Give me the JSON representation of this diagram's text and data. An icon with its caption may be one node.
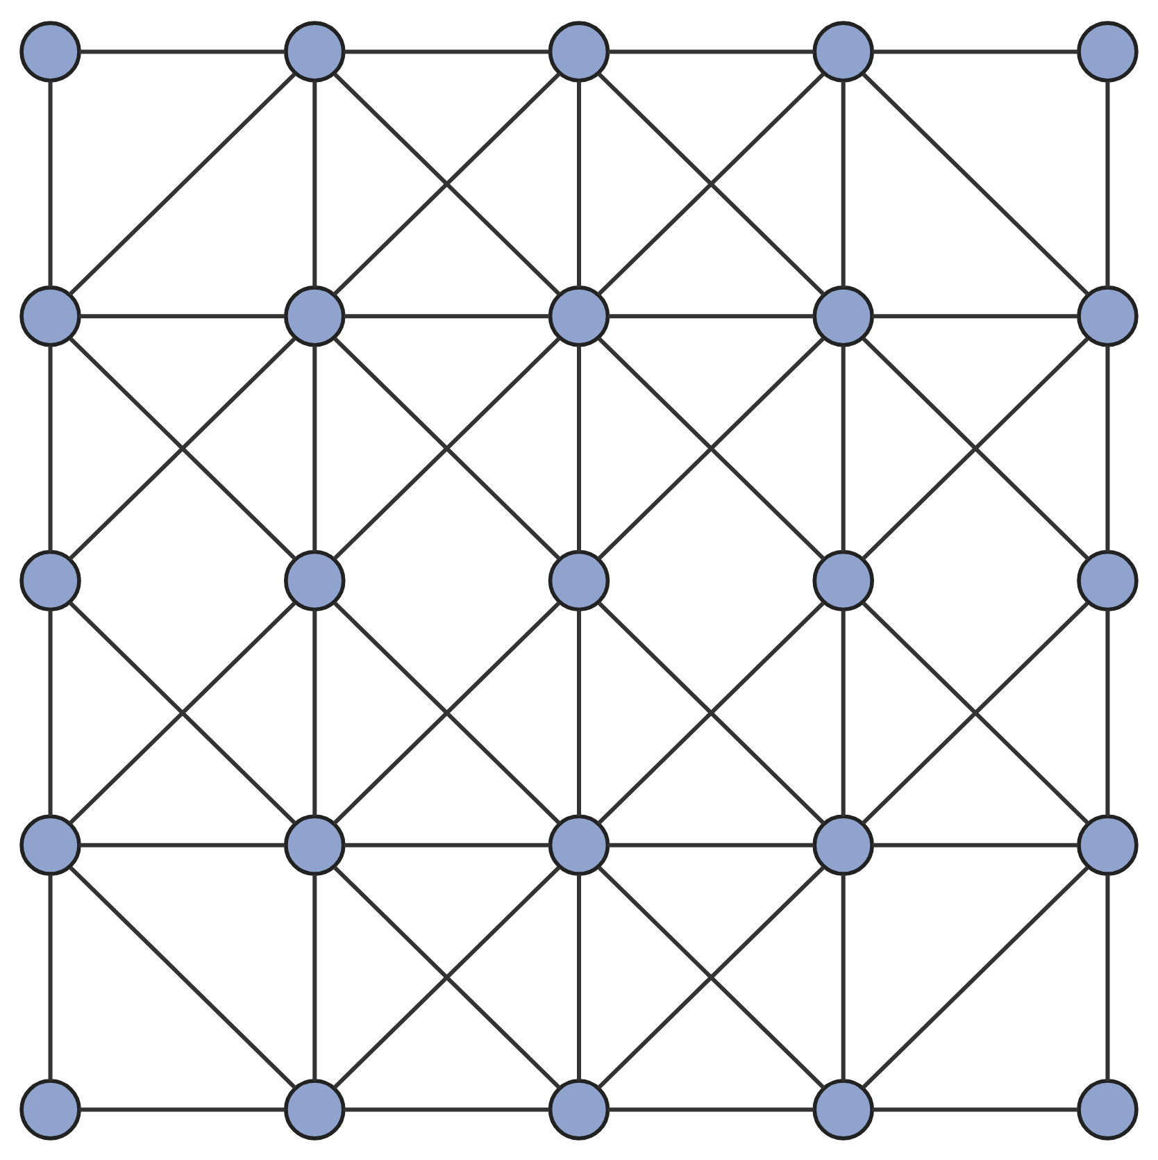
{
  "diagram": {
    "nodes": [
      {
        "text": [],
        "shape": "circle"
      },
      {
        "text": [],
        "shape": "circle"
      },
      {
        "text": [],
        "shape": "circle"
      },
      {
        "text": [],
        "shape": "circle"
      },
      {
        "text": [],
        "shape": "circle"
      },
      {
        "text": [],
        "shape": "circle"
      },
      {
        "text": [],
        "shape": "circle"
      },
      {
        "text": [],
        "shape": "circle"
      },
      {
        "text": [],
        "shape": "circle"
      },
      {
        "text": [],
        "shape": "circle"
      },
      {
        "text": [],
        "shape": "circle"
      },
      {
        "text": [],
        "shape": "circle"
      },
      {
        "text": [],
        "shape": "circle"
      },
      {
        "text": [],
        "shape": "circle"
      },
      {
        "text": [],
        "shape": "circle"
      },
      {
        "text": [],
        "shape": "circle"
      },
      {
        "text": [],
        "shape": "circle"
      },
      {
        "text": [],
        "shape": "circle"
      },
      {
        "text": [],
        "shape": "circle"
      },
      {
        "text": [],
        "shape": "circle"
      },
      {
        "text": [],
        "shape": "circle"
      },
      {
        "text": [],
        "shape": "circle"
      },
      {
        "text": [],
        "shape": "circle"
      },
      {
        "text": [],
        "shape": "circle"
      },
      {
        "text": [],
        "shape": "circle"
      }
    ],
    "edges": [
      {
        "from": 0,
        "to": 1,
        "arrow": "none"
      },
      {
        "from": 1,
        "to": 2,
        "arrow": "none"
      },
      {
        "from": 2,
        "to": 3,
        "arrow": "none"
      },
      {
        "from": 3,
        "to": 4,
        "arrow": "none"
      },
      {
        "from": 0,
        "to": 5,
        "arrow": "none"
      },
      {
        "from": 1,
        "to": 6,
        "arrow": "none"
      },
      {
        "from": 2,
        "to": 7,
        "arrow": "none"
      },
      {
        "from": 3,
        "to": 8,
        "arrow": "none"
      },
      {
        "from": 4,
        "to": 9,
        "arrow": "none"
      },
      {
        "from": 1,
        "to": 5,
        "arrow": "none"
      },
      {
        "from": 1,
        "to": 7,
        "arrow": "none"
      },
      {
        "from": 2,
        "to": 6,
        "arrow": "none"
      },
      {
        "from": 2,
        "to": 8,
        "arrow": "none"
      },
      {
        "from": 3,
        "to": 7,
        "arrow": "none"
      },
      {
        "from": 3,
        "to": 9,
        "arrow": "none"
      },
      {
        "from": 5,
        "to": 6,
        "arrow": "none"
      },
      {
        "from": 6,
        "to": 7,
        "arrow": "none"
      },
      {
        "from": 7,
        "to": 8,
        "arrow": "none"
      },
      {
        "from": 8,
        "to": 9,
        "arrow": "none"
      },
      {
        "from": 5,
        "to": 10,
        "arrow": "none"
      },
      {
        "from": 6,
        "to": 11,
        "arrow": "none"
      },
      {
        "from": 7,
        "to": 12,
        "arrow": "none"
      },
      {
        "from": 8,
        "to": 13,
        "arrow": "none"
      },
      {
        "from": 9,
        "to": 14,
        "arrow": "none"
      },
      {
        "from": 5,
        "to": 11,
        "arrow": "none"
      },
      {
        "from": 6,
        "to": 10,
        "arrow": "none"
      },
      {
        "from": 6,
        "to": 12,
        "arrow": "none"
      },
      {
        "from": 7,
        "to": 11,
        "arrow": "none"
      },
      {
        "from": 7,
        "to": 13,
        "arrow": "none"
      },
      {
        "from": 8,
        "to": 12,
        "arrow": "none"
      },
      {
        "from": 8,
        "to": 14,
        "arrow": "none"
      },
      {
        "from": 9,
        "to": 13,
        "arrow": "none"
      },
      {
        "from": 10,
        "to": 15,
        "arrow": "none"
      },
      {
        "from": 11,
        "to": 16,
        "arrow": "none"
      },
      {
        "from": 12,
        "to": 17,
        "arrow": "none"
      },
      {
        "from": 13,
        "to": 18,
        "arrow": "none"
      },
      {
        "from": 14,
        "to": 19,
        "arrow": "none"
      },
      {
        "from": 10,
        "to": 16,
        "arrow": "none"
      },
      {
        "from": 11,
        "to": 15,
        "arrow": "none"
      },
      {
        "from": 11,
        "to": 17,
        "arrow": "none"
      },
      {
        "from": 12,
        "to": 16,
        "arrow": "none"
      },
      {
        "from": 12,
        "to": 18,
        "arrow": "none"
      },
      {
        "from": 13,
        "to": 17,
        "arrow": "none"
      },
      {
        "from": 13,
        "to": 19,
        "arrow": "none"
      },
      {
        "from": 14,
        "to": 18,
        "arrow": "none"
      },
      {
        "from": 15,
        "to": 16,
        "arrow": "none"
      },
      {
        "from": 16,
        "to": 17,
        "arrow": "none"
      },
      {
        "from": 17,
        "to": 18,
        "arrow": "none"
      },
      {
        "from": 18,
        "to": 19,
        "arrow": "none"
      },
      {
        "from": 15,
        "to": 20,
        "arrow": "none"
      },
      {
        "from": 16,
        "to": 21,
        "arrow": "none"
      },
      {
        "from": 17,
        "to": 22,
        "arrow": "none"
      },
      {
        "from": 18,
        "to": 23,
        "arrow": "none"
      },
      {
        "from": 19,
        "to": 24,
        "arrow": "none"
      },
      {
        "from": 15,
        "to": 21,
        "arrow": "none"
      },
      {
        "from": 16,
        "to": 22,
        "arrow": "none"
      },
      {
        "from": 17,
        "to": 21,
        "arrow": "none"
      },
      {
        "from": 17,
        "to": 23,
        "arrow": "none"
      },
      {
        "from": 18,
        "to": 22,
        "arrow": "none"
      },
      {
        "from": 19,
        "to": 23,
        "arrow": "none"
      },
      {
        "from": 20,
        "to": 21,
        "arrow": "none"
      },
      {
        "from": 21,
        "to": 22,
        "arrow": "none"
      },
      {
        "from": 22,
        "to": 23,
        "arrow": "none"
      },
      {
        "from": 23,
        "to": 24,
        "arrow": "none"
      }
    ]
  }
}
